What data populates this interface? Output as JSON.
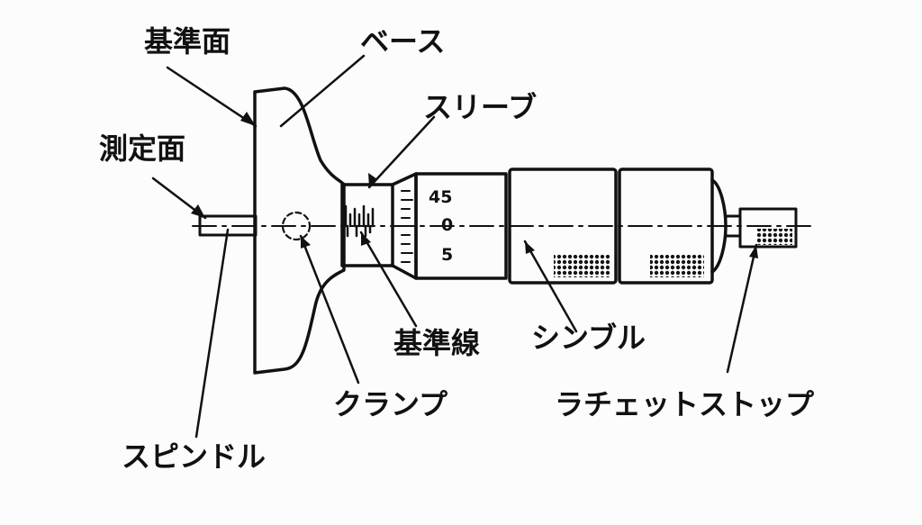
{
  "labels": {
    "reference_surface": "基準面",
    "base": "ベース",
    "sleeve": "スリーブ",
    "measuring_surface": "測定面",
    "reference_line": "基準線",
    "thimble": "シンブル",
    "clamp": "クランプ",
    "ratchet_stop": "ラチェットストップ",
    "spindle": "スピンドル"
  },
  "thimble_scale": {
    "top": "45",
    "middle": "0",
    "bottom": "5"
  }
}
